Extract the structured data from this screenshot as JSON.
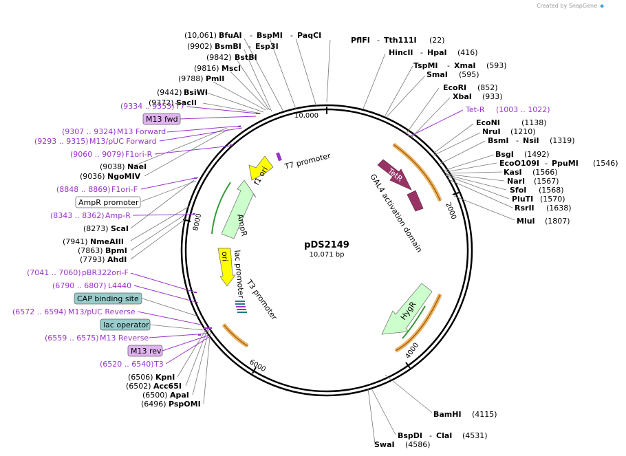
{
  "credit": "Created by SnapGene",
  "plasmid": {
    "name": "pDS2149",
    "length_label": "10,071 bp"
  },
  "ticks": [
    "10,000",
    "2000",
    "4000",
    "6000",
    "8000"
  ],
  "sites": [
    {
      "pos": "(10,061)",
      "names": [
        "BfuAI",
        "BspMI",
        "PaqCI"
      ]
    },
    {
      "pos": "(9902)",
      "names": [
        "BsmBI",
        "Esp3I"
      ]
    },
    {
      "pos": "(9842)",
      "names": [
        "BstBI"
      ]
    },
    {
      "pos": "(9816)",
      "names": [
        "MscI"
      ]
    },
    {
      "pos": "(9788)",
      "names": [
        "PmlI"
      ]
    },
    {
      "pos": "(9442)",
      "names": [
        "BsiWI"
      ]
    },
    {
      "pos": "(9372)",
      "names": [
        "SacII"
      ]
    },
    {
      "pos": "(9038)",
      "names": [
        "NaeI"
      ]
    },
    {
      "pos": "(9036)",
      "names": [
        "NgoMIV"
      ]
    },
    {
      "pos": "(8273)",
      "names": [
        "ScaI"
      ]
    },
    {
      "pos": "(7941)",
      "names": [
        "NmeAIII"
      ]
    },
    {
      "pos": "(7863)",
      "names": [
        "BpmI"
      ]
    },
    {
      "pos": "(7793)",
      "names": [
        "AhdI"
      ]
    },
    {
      "pos": "(6506)",
      "names": [
        "KpnI"
      ]
    },
    {
      "pos": "(6502)",
      "names": [
        "Acc65I"
      ]
    },
    {
      "pos": "(6500)",
      "names": [
        "ApaI"
      ]
    },
    {
      "pos": "(6496)",
      "names": [
        "PspOMI"
      ]
    },
    {
      "pos": "(22)",
      "names": [
        "PflFI",
        "Tth111I"
      ]
    },
    {
      "pos": "(416)",
      "names": [
        "HincII",
        "HpaI"
      ]
    },
    {
      "pos": "(593)",
      "names": [
        "TspMI",
        "XmaI"
      ]
    },
    {
      "pos": "(595)",
      "names": [
        "SmaI"
      ]
    },
    {
      "pos": "(852)",
      "names": [
        "EcoRI"
      ]
    },
    {
      "pos": "(933)",
      "names": [
        "XbaI"
      ]
    },
    {
      "pos": "(1138)",
      "names": [
        "EcoNI"
      ]
    },
    {
      "pos": "(1210)",
      "names": [
        "NruI"
      ]
    },
    {
      "pos": "(1319)",
      "names": [
        "BsmI",
        "NsiI"
      ]
    },
    {
      "pos": "(1492)",
      "names": [
        "BsgI"
      ]
    },
    {
      "pos": "(1546)",
      "names": [
        "EcoO109I",
        "PpuMI"
      ]
    },
    {
      "pos": "(1566)",
      "names": [
        "KasI"
      ]
    },
    {
      "pos": "(1567)",
      "names": [
        "NarI"
      ]
    },
    {
      "pos": "(1568)",
      "names": [
        "SfoI"
      ]
    },
    {
      "pos": "(1570)",
      "names": [
        "PluTI"
      ]
    },
    {
      "pos": "(1638)",
      "names": [
        "RsrII"
      ]
    },
    {
      "pos": "(1807)",
      "names": [
        "MluI"
      ]
    },
    {
      "pos": "(4115)",
      "names": [
        "BamHI"
      ]
    },
    {
      "pos": "(4531)",
      "names": [
        "BspDI",
        "ClaI"
      ]
    },
    {
      "pos": "(4586)",
      "names": [
        "SwaI"
      ]
    }
  ],
  "primer_labels": [
    {
      "range": "(9334 .. 9353)",
      "name": "T7"
    },
    {
      "range": "(9307 .. 9324)",
      "name": "M13 Forward"
    },
    {
      "range": "(9293 .. 9315)",
      "name": "M13/pUC Forward"
    },
    {
      "range": "(9060 .. 9079)",
      "name": "F1ori-R"
    },
    {
      "range": "(8848 .. 8869)",
      "name": "F1ori-F"
    },
    {
      "range": "(8343 .. 8362)",
      "name": "Amp-R"
    },
    {
      "range": "(7041 .. 7060)",
      "name": "pBR322ori-F"
    },
    {
      "range": "(6790 .. 6807)",
      "name": "L4440"
    },
    {
      "range": "(6572 .. 6594)",
      "name": "M13/pUC Reverse"
    },
    {
      "range": "(6559 .. 6575)",
      "name": "M13 Reverse"
    },
    {
      "range": "(6520 .. 6540)",
      "name": "T3"
    },
    {
      "range": "(1003 .. 1022)",
      "name": "Tet-R"
    }
  ],
  "boxed_labels": [
    {
      "text": "M13 fwd",
      "color": "#e0b3f0"
    },
    {
      "text": "AmpR promoter",
      "color": "#ffffff"
    },
    {
      "text": "CAP binding site",
      "color": "#99cccc"
    },
    {
      "text": "lac operator",
      "color": "#99cccc"
    },
    {
      "text": "M13 rev",
      "color": "#e0b3f0"
    }
  ],
  "features": [
    {
      "name": "T7 promoter"
    },
    {
      "name": "f1 ori"
    },
    {
      "name": "AmpR"
    },
    {
      "name": "ori"
    },
    {
      "name": "lac promoter"
    },
    {
      "name": "T3 promoter"
    },
    {
      "name": "TetR"
    },
    {
      "name": "GAL4 activation domain"
    },
    {
      "name": "HygR"
    }
  ],
  "colors": {
    "enzyme_text": "#000000",
    "primer_text": "#9933cc",
    "promoter": "#ffff00",
    "ampr_hygr": "#ccffcc",
    "tetr_gal4": "#993366",
    "orf_orange": "#f0b060"
  }
}
